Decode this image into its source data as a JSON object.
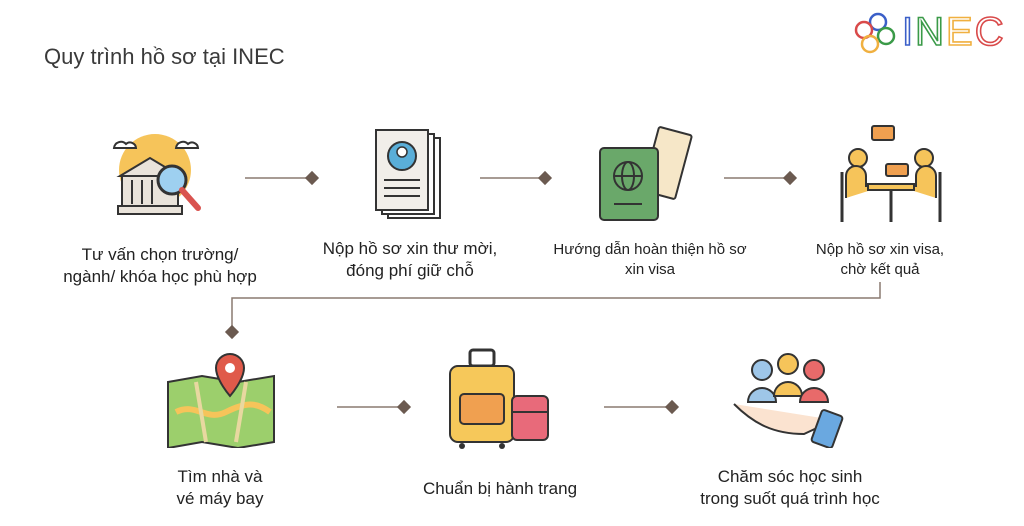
{
  "title": "Quy trình hồ sơ tại INEC",
  "logo": {
    "text": "INEC",
    "letters": [
      "I",
      "N",
      "E",
      "C"
    ],
    "colors": [
      "#3b5fc8",
      "#3a9a48",
      "#f0b040",
      "#d94a4a"
    ]
  },
  "connector_color": "#6b5a50",
  "steps": [
    {
      "icon": "university-search-icon",
      "line1": "Tư vấn chọn trường/",
      "line2": "ngành/ khóa học phù hợp"
    },
    {
      "icon": "documents-profile-icon",
      "line1": "Nộp hồ sơ xin thư mời,",
      "line2": "đóng phí giữ chỗ"
    },
    {
      "icon": "passport-ticket-icon",
      "line1": "Hướng dẫn hoàn thiện hồ sơ",
      "line2": "xin visa"
    },
    {
      "icon": "interview-meeting-icon",
      "line1": "Nộp hồ sơ xin visa,",
      "line2": "chờ kết quả"
    },
    {
      "icon": "map-pin-icon",
      "line1": "Tìm nhà và",
      "line2": "vé máy bay"
    },
    {
      "icon": "luggage-icon",
      "line1": "Chuẩn bị hành trang",
      "line2": ""
    },
    {
      "icon": "student-care-icon",
      "line1": "Chăm sóc học sinh",
      "line2": "trong suốt quá trình học"
    }
  ]
}
